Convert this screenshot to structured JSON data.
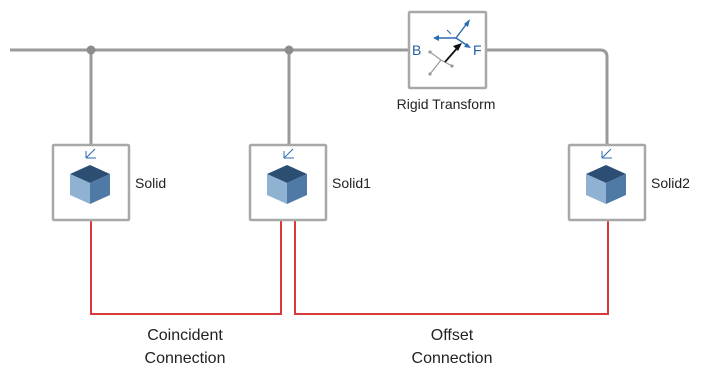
{
  "blocks": {
    "solid": {
      "label": "Solid"
    },
    "solid1": {
      "label": "Solid1"
    },
    "solid2": {
      "label": "Solid2"
    },
    "rigid_transform": {
      "label": "Rigid Transform",
      "port_base": "B",
      "port_follower": "F"
    }
  },
  "connections": {
    "coincident": {
      "line1": "Coincident",
      "line2": "Connection"
    },
    "offset": {
      "line1": "Offset",
      "line2": "Connection"
    }
  },
  "icons": {
    "solid_block": "cube-icon",
    "rigid_transform_block": "coordinate-transform-icon",
    "frame_port": "reference-frame-icon"
  },
  "colors": {
    "mechanical_line": "#9a9a9a",
    "connection_line": "#d83a3a",
    "cube_top": "#2d4e73",
    "cube_left": "#8fb2d3",
    "cube_right": "#4f7aa6"
  }
}
